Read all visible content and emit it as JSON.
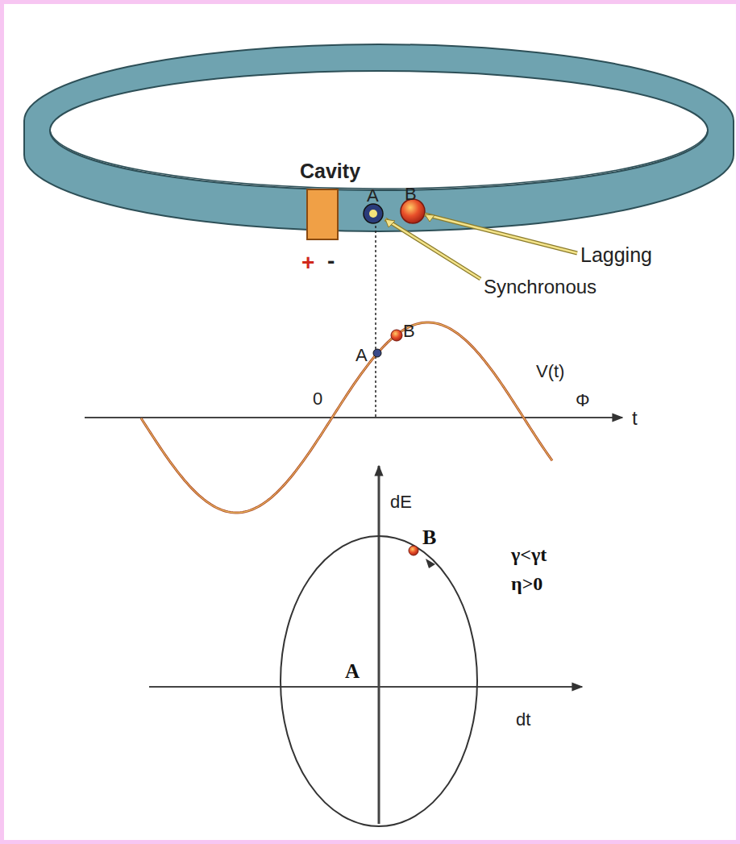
{
  "diagram": {
    "nodes": [
      {
        "text": [
          "Cavity"
        ]
      }
    ],
    "labels": [
      "+",
      "-",
      "A",
      "B",
      "Lagging",
      "Synchronous",
      "A",
      "B",
      "0",
      "V(t)",
      "Φ",
      "t",
      "dE",
      "B",
      "γ<γt",
      "η>0",
      "A",
      "dt"
    ]
  }
}
